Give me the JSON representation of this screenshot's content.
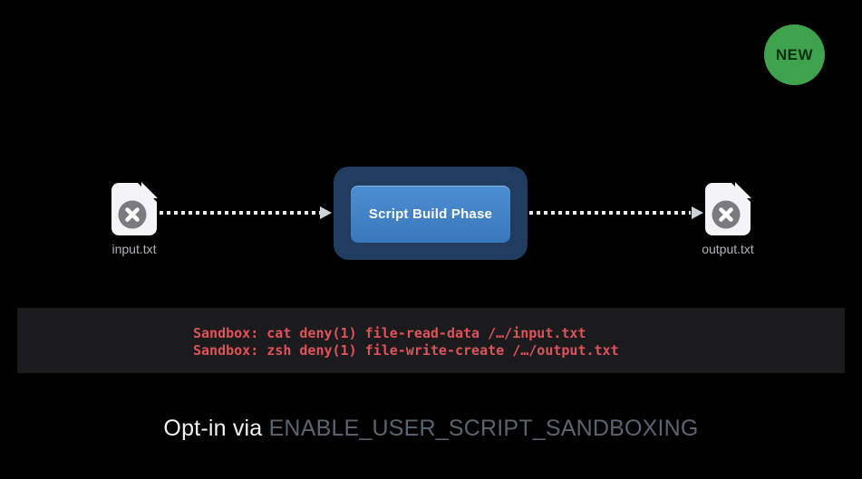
{
  "badge": {
    "label": "NEW",
    "bg_color": "#3fa24c",
    "text_color": "#0d2d14"
  },
  "diagram": {
    "input_file": {
      "label": "input.txt",
      "icon": "file-blocked-x-icon"
    },
    "process_box": {
      "label": "Script Build Phase",
      "outer_color": "#203d5f",
      "button_color": "#4187ca"
    },
    "output_file": {
      "label": "output.txt",
      "icon": "file-blocked-x-icon"
    },
    "arrow_color": "#e9e9ee"
  },
  "console": {
    "bg_color": "#1b1b1d",
    "text_color": "#de535a",
    "lines": [
      "Sandbox: cat deny(1) file-read-data /…/input.txt",
      "Sandbox: zsh deny(1) file-write-create /…/output.txt"
    ]
  },
  "caption": {
    "prefix": "Opt-in via ",
    "setting": "ENABLE_USER_SCRIPT_SANDBOXING",
    "prefix_color": "#f4f4f6",
    "setting_color": "#5a646e"
  }
}
